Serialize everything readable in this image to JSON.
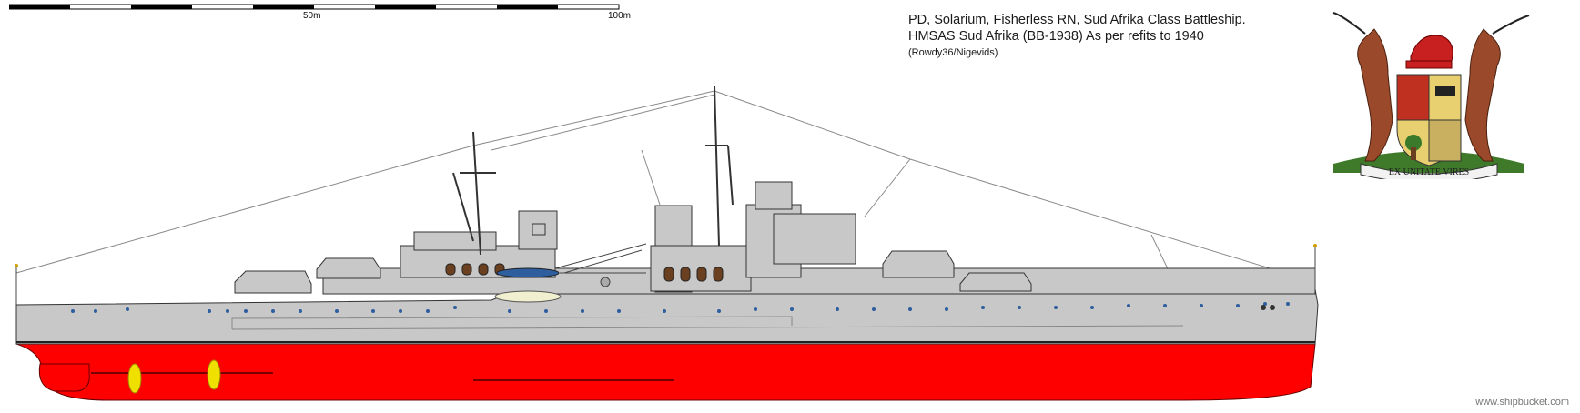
{
  "scale": {
    "label_mid": "50m",
    "label_end": "100m"
  },
  "caption": {
    "line1": "PD, Solarium, Fisherless RN, Sud Afrika Class Battleship.",
    "line2": "HMSAS Sud Afrika (BB-1938) As per refits to 1940",
    "line3": "(Rowdy36/Nigevids)"
  },
  "emblem": {
    "motto": "EX UNITATE VIRES",
    "icon": "coat-of-arms-icon"
  },
  "watermark": "www.shipbucket.com",
  "colors": {
    "hull_grey": "#c8c8c8",
    "antifouling_red": "#ff0000",
    "propeller_yellow": "#f0e000",
    "porthole_blue": "#2e5e9e"
  }
}
